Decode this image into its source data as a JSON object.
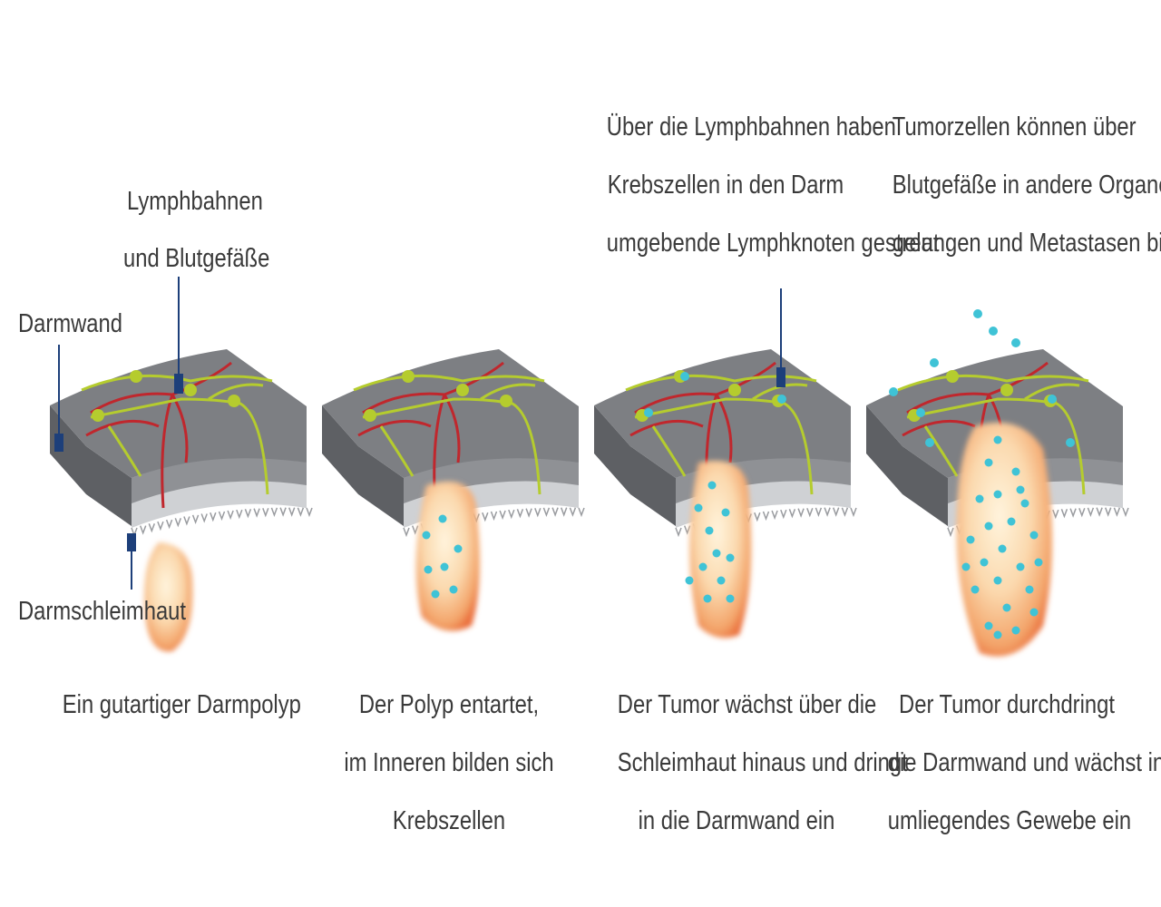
{
  "labels": {
    "lymph": [
      "Lymphbahnen",
      "und Blutgefäße"
    ],
    "darmwand": "Darmwand",
    "schleimhaut": "Darmschleimhaut"
  },
  "stages": [
    {
      "caption": [
        "Ein gutartiger Darmpolyp"
      ],
      "top_text": []
    },
    {
      "caption": [
        "Der Polyp entartet,",
        "im Inneren bilden sich",
        "Krebszellen"
      ],
      "top_text": []
    },
    {
      "caption": [
        "Der Tumor wächst über die",
        "Schleimhaut hinaus und dringt",
        "in die Darmwand ein"
      ],
      "top_text": [
        "Über die Lymphbahnen haben",
        "Krebszellen in den Darm",
        "umgebende Lymphknoten gestreut"
      ]
    },
    {
      "caption": [
        "Der Tumor durchdringt",
        "die Darmwand und wächst in",
        "umliegendes Gewebe ein"
      ],
      "top_text": [
        "Tumorzellen können über",
        "Blutgefäße in andere Organe",
        "gelangen und Metastasen bilden"
      ]
    }
  ],
  "colors": {
    "wall_top": "#7d7f83",
    "wall_side": "#5e6064",
    "mucosa": "#cfd1d4",
    "blood_vessel": "#c0272d",
    "lymph_vessel": "#b5cc2e",
    "cancer_cell": "#3fc3d6",
    "marker": "#1d3f7a"
  },
  "icons": [
    "marker-square",
    "cancer-cell-dot",
    "polyp-blob",
    "tumor-blob"
  ]
}
